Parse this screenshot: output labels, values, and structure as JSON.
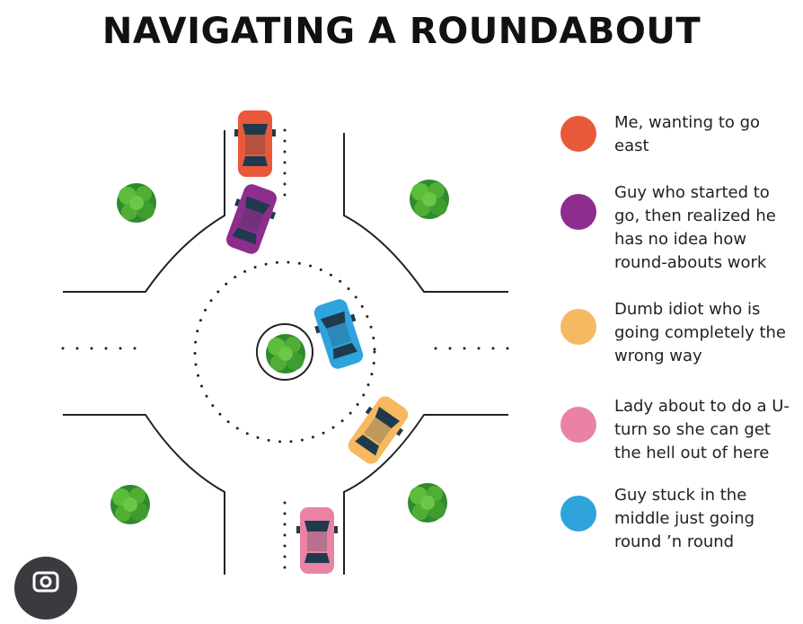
{
  "title": "NAVIGATING A ROUNDABOUT",
  "legend": [
    {
      "color": "#e8593a",
      "text": "Me, wanting to go east"
    },
    {
      "color": "#8e2d8e",
      "text": "Guy who started to go, then realized he has no idea how round-abouts work"
    },
    {
      "color": "#f6b860",
      "text": "Dumb idiot who is going completely the wrong way"
    },
    {
      "color": "#ea82a4",
      "text": "Lady about to do a U-turn so she can get the hell out of here"
    },
    {
      "color": "#2fa3dc",
      "text": "Guy stuck in the middle just going round ’n round"
    }
  ],
  "cars": [
    {
      "name": "orange-car",
      "color": "#e8593a"
    },
    {
      "name": "purple-car",
      "color": "#8e2d8e"
    },
    {
      "name": "blue-car",
      "color": "#2fa3dc"
    },
    {
      "name": "yellow-car",
      "color": "#f6b860"
    },
    {
      "name": "pink-car",
      "color": "#ea82a4"
    }
  ],
  "icons": {
    "badge": "google-lens-icon"
  }
}
